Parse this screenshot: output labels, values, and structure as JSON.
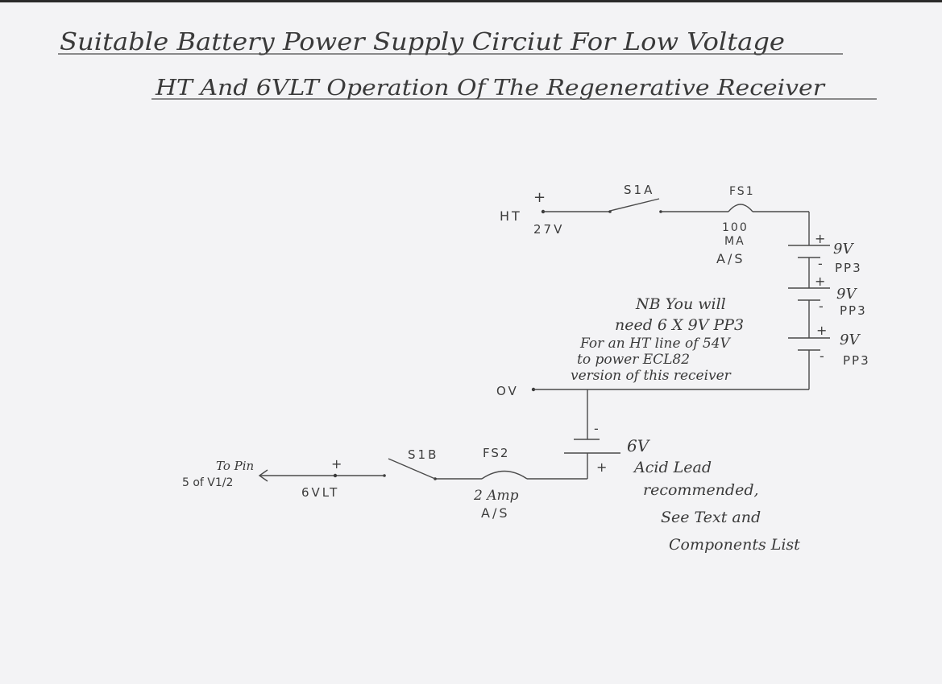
{
  "title": {
    "line1": "Suitable Battery Power Supply Circiut For Low Voltage",
    "line2": "HT And 6VLT Operation Of The Regenerative Receiver"
  },
  "ht": {
    "label": "HT",
    "plus": "+",
    "voltage": "27V"
  },
  "s1a": "S1A",
  "fs1": {
    "label": "FS1",
    "rating_line1": "100",
    "rating_line2": "MA",
    "rating_line3": "A/S"
  },
  "batteries": [
    {
      "plus": "+",
      "minus": "-",
      "voltage": "9V",
      "type": "PP3"
    },
    {
      "plus": "+",
      "minus": "-",
      "voltage": "9V",
      "type": "PP3"
    },
    {
      "plus": "+",
      "minus": "-",
      "voltage": "9V",
      "type": "PP3"
    }
  ],
  "note": {
    "line1": "NB You will",
    "line2": "need 6 X 9V PP3",
    "line3": "For an HT line of 54V",
    "line4": "to power ECL82",
    "line5": "version of this receiver"
  },
  "ov": "OV",
  "lt_battery": {
    "minus": "-",
    "plus": "+",
    "voltage": "6V",
    "desc_line1": "Acid Lead",
    "desc_line2": "recommended,",
    "desc_line3": "See Text and",
    "desc_line4": "Components List"
  },
  "s1b": "S1B",
  "fs2": {
    "label": "FS2",
    "rating_line1": "2 Amp",
    "rating_line2": "A/S"
  },
  "lt_out": {
    "plus": "+",
    "label": "6VLT",
    "to_line1": "To Pin",
    "to_line2": "5 of V1/2"
  }
}
